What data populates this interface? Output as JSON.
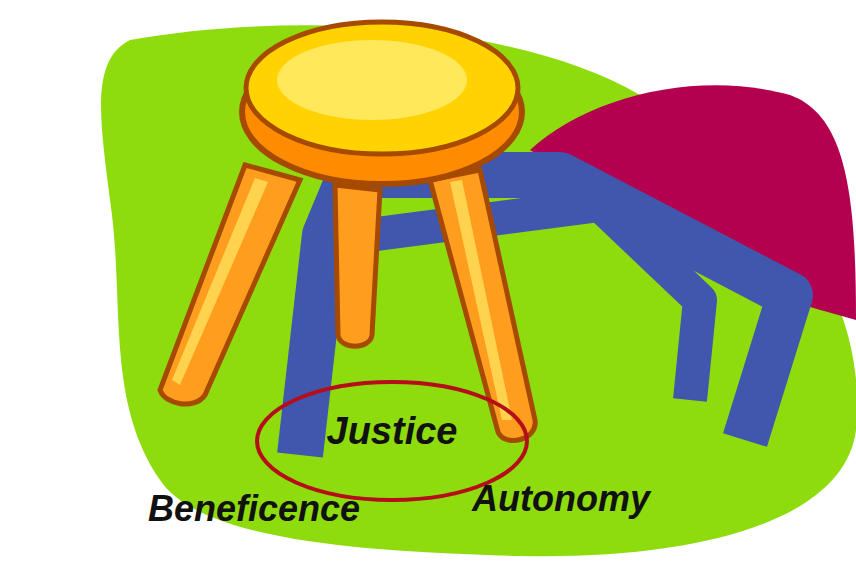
{
  "diagram": {
    "nodes": [
      {
        "text": [
          "Justice"
        ]
      }
    ],
    "labels": [
      "Beneficence",
      "Autonomy"
    ]
  }
}
